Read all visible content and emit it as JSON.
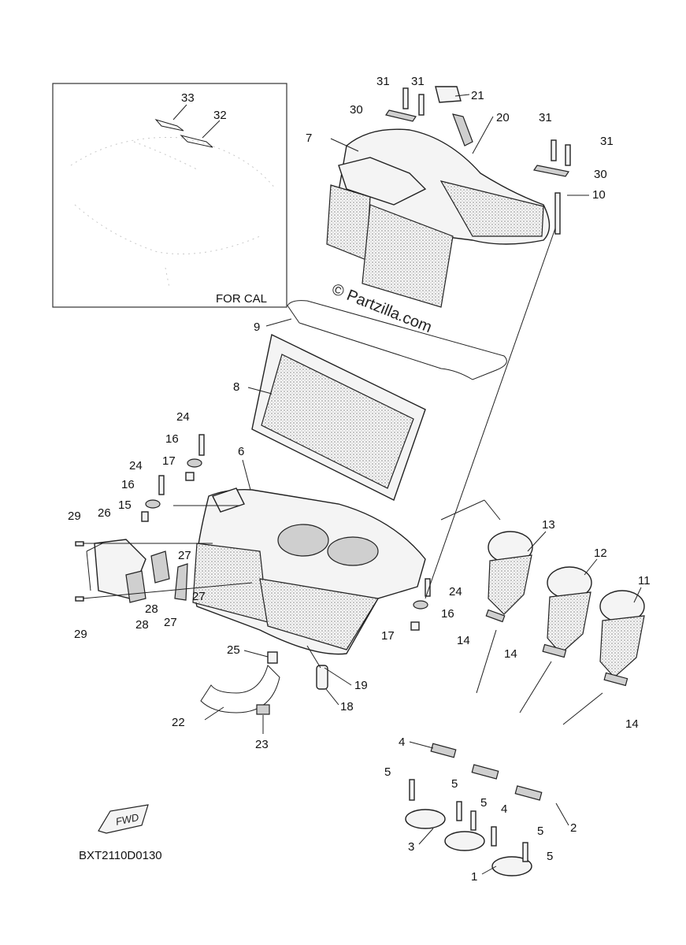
{
  "inset": {
    "caption": "FOR CAL",
    "labels": [
      "33",
      "32"
    ]
  },
  "watermark": "© Partzilla.com",
  "diagram_code": "BXT2110D0130",
  "fwd_badge": "FWD",
  "callouts": {
    "c1": "1",
    "c2": "2",
    "c3": "3",
    "c4a": "4",
    "c4b": "4",
    "c5a": "5",
    "c5b": "5",
    "c5c": "5",
    "c5d": "5",
    "c5e": "5",
    "c6": "6",
    "c7": "7",
    "c8": "8",
    "c9": "9",
    "c10": "10",
    "c11": "11",
    "c12": "12",
    "c13": "13",
    "c14a": "14",
    "c14b": "14",
    "c14c": "14",
    "c15": "15",
    "c16a": "16",
    "c16b": "16",
    "c16c": "16",
    "c17a": "17",
    "c17b": "17",
    "c18": "18",
    "c19": "19",
    "c20": "20",
    "c21": "21",
    "c22": "22",
    "c23": "23",
    "c24a": "24",
    "c24b": "24",
    "c24c": "24",
    "c25": "25",
    "c26": "26",
    "c27a": "27",
    "c27b": "27",
    "c27c": "27",
    "c28a": "28",
    "c28b": "28",
    "c29a": "29",
    "c29b": "29",
    "c30a": "30",
    "c30b": "30",
    "c31a": "31",
    "c31b": "31",
    "c31c": "31",
    "c31d": "31"
  }
}
